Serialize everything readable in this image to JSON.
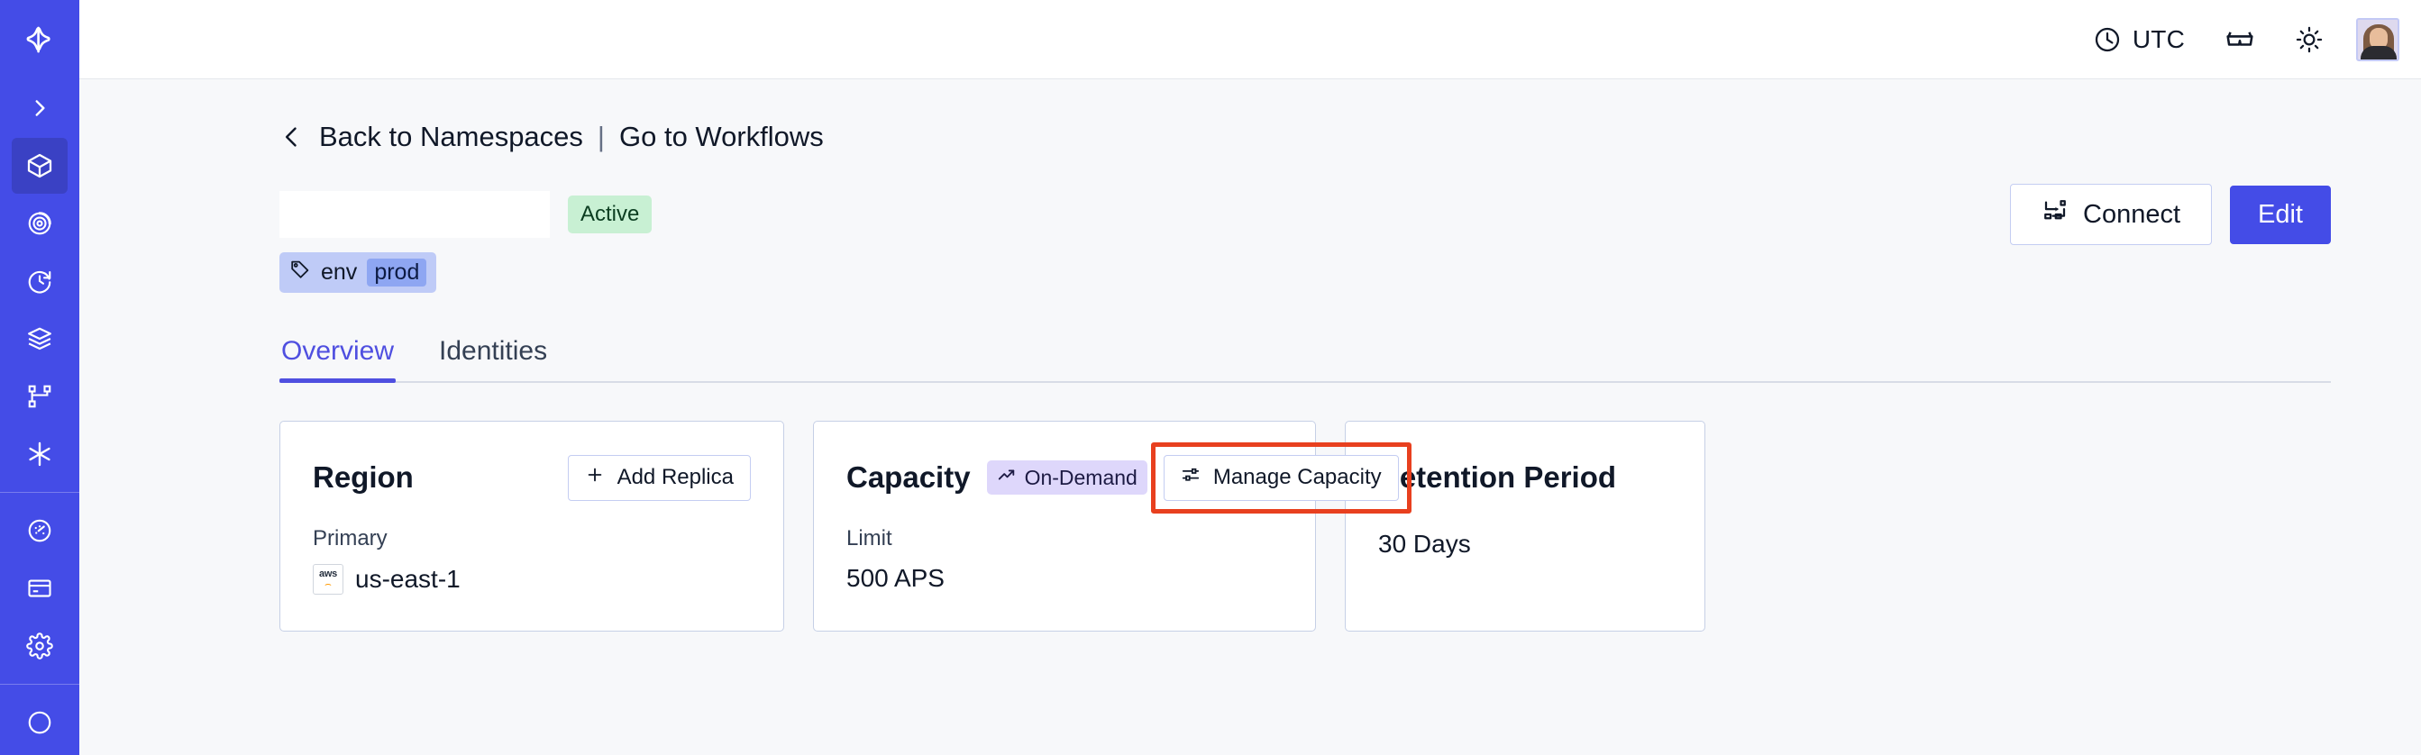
{
  "sidebar": {
    "logo_icon": "temporal-logo-icon",
    "items": [
      {
        "icon": "chevron-right-icon",
        "name": "expand-sidebar",
        "active": false
      },
      {
        "icon": "cube-icon",
        "name": "namespaces",
        "active": true
      },
      {
        "icon": "spiral-icon",
        "name": "workflows",
        "active": false
      },
      {
        "icon": "timer-icon",
        "name": "schedules",
        "active": false
      },
      {
        "icon": "layers-icon",
        "name": "batch-operations",
        "active": false
      },
      {
        "icon": "workflow-graph-icon",
        "name": "nexus",
        "active": false
      },
      {
        "icon": "asterisk-icon",
        "name": "integrations",
        "active": false
      },
      {
        "icon": "gauge-icon",
        "name": "usage",
        "active": false
      },
      {
        "icon": "card-icon",
        "name": "billing",
        "active": false
      },
      {
        "icon": "gear-icon",
        "name": "settings",
        "active": false
      }
    ]
  },
  "topbar": {
    "timezone_icon": "clock-icon",
    "timezone_label": "UTC",
    "glasses_icon": "glasses-icon",
    "theme_icon": "sun-icon",
    "avatar_icon": "avatar"
  },
  "breadcrumb": {
    "back_chevron_icon": "chevron-left-icon",
    "back_label": "Back to Namespaces",
    "separator": "|",
    "forward_label": "Go to Workflows"
  },
  "header": {
    "namespace_name": "",
    "status_badge": "Active",
    "connect_icon": "connect-flow-icon",
    "connect_label": "Connect",
    "edit_label": "Edit"
  },
  "tag": {
    "icon": "tag-icon",
    "key": "env",
    "value": "prod"
  },
  "tabs": [
    {
      "label": "Overview",
      "active": true
    },
    {
      "label": "Identities",
      "active": false
    }
  ],
  "cards": {
    "region": {
      "title": "Region",
      "add_replica_label": "Add Replica",
      "add_replica_icon": "plus-icon",
      "primary_label": "Primary",
      "provider_icon": "aws-logo-icon",
      "provider_text_top": "aws",
      "provider_text_bottom": "⌢",
      "region_value": "us-east-1"
    },
    "capacity": {
      "title": "Capacity",
      "mode_badge": "On-Demand",
      "mode_badge_icon": "trending-up-icon",
      "manage_label": "Manage Capacity",
      "manage_icon": "sliders-icon",
      "limit_label": "Limit",
      "limit_value": "500 APS",
      "highlight_color": "#e8401f"
    },
    "retention": {
      "title": "Retention Period",
      "value": "30  Days"
    }
  },
  "colors": {
    "brand": "#444ce7",
    "sidebar_active": "#3a41c4",
    "accent_tab": "#4f4fe0",
    "status_green_bg": "#c8f0d3",
    "tag_bg": "#bfcbf7",
    "tag_value_bg": "#8ea6f2",
    "badge_purple_bg": "#ded7fb",
    "page_bg": "#f7f8fa",
    "annotation_red": "#e8401f"
  }
}
